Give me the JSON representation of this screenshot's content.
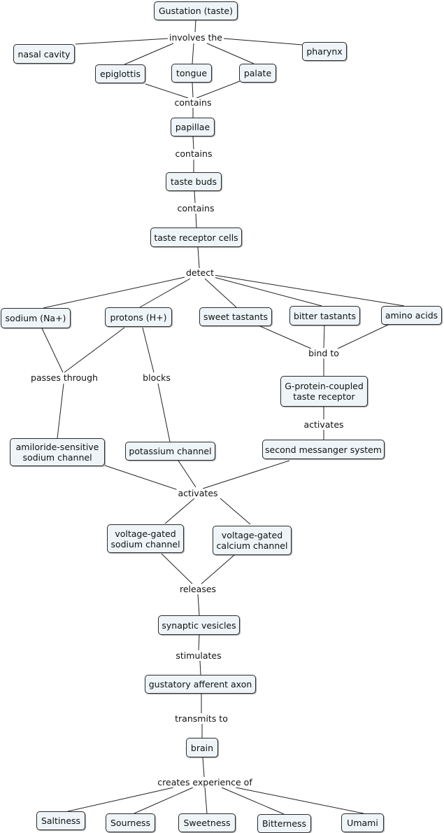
{
  "concepts": {
    "gustation": "Gustation (taste)",
    "nasal": "nasal cavity",
    "pharynx": "pharynx",
    "epiglottis": "epiglottis",
    "tongue": "tongue",
    "palate": "palate",
    "papillae": "papillae",
    "tastebuds": "taste buds",
    "receptorcells": "taste receptor cells",
    "sodium": "sodium (Na+)",
    "protons": "protons (H+)",
    "sweet": "sweet tastants",
    "bitter": "bitter tastants",
    "amino": "amino acids",
    "gpcr": "G-protein-coupled\ntaste receptor",
    "amiloride": "amiloride-sensitive\nsodium channel",
    "potassium": "potassium channel",
    "second": "second messanger system",
    "vgsodium": "voltage-gated\nsodium channel",
    "vgcalcium": "voltage-gated\ncalcium channel",
    "vesicles": "synaptic vesicles",
    "axon": "gustatory afferent axon",
    "brain": "brain",
    "saltiness": "Saltiness",
    "sourness": "Sourness",
    "sweetness": "Sweetness",
    "bitterness": "Bitterness",
    "umami": "Umami"
  },
  "links": {
    "involves": "involves the",
    "contains1": "contains",
    "contains2": "contains",
    "contains3": "contains",
    "detect": "detect",
    "passes": "passes through",
    "blocks": "blocks",
    "bindto": "bind to",
    "activates1": "activates",
    "activates2": "activates",
    "releases": "releases",
    "stimulates": "stimulates",
    "transmits": "transmits to",
    "creates": "creates experience of"
  },
  "style": {
    "node_fill": "#eef4f7",
    "node_border": "#2b2b2b",
    "line_color": "#222222"
  }
}
